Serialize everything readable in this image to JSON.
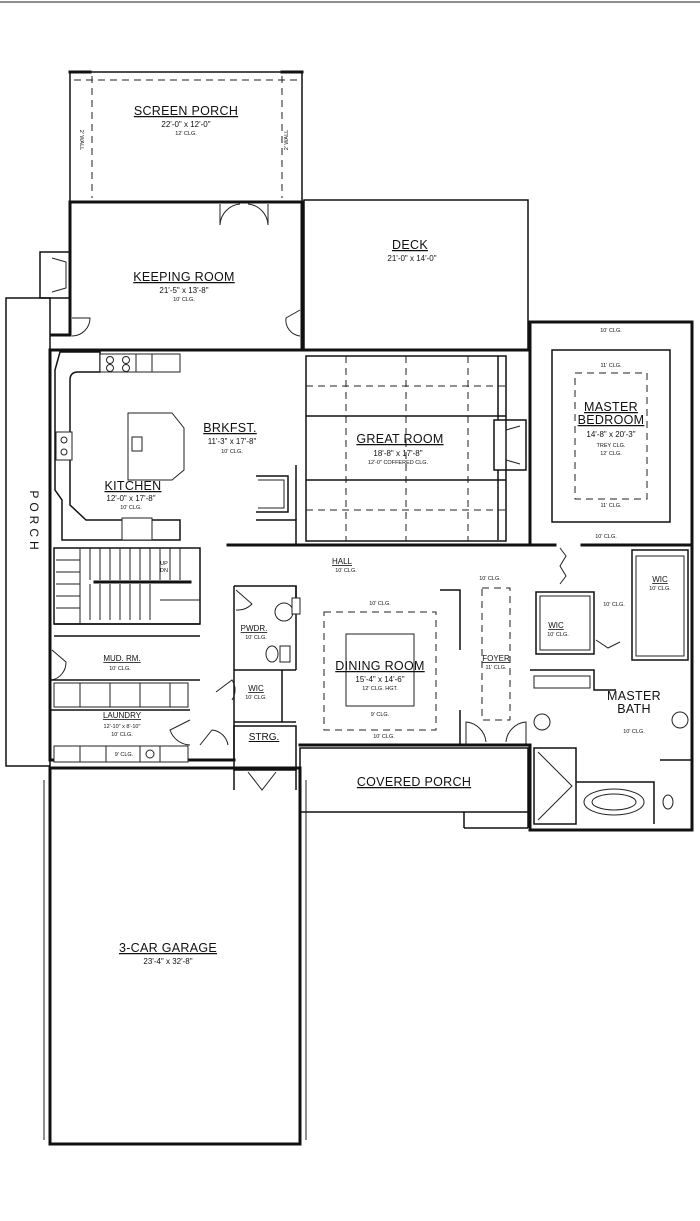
{
  "rooms": {
    "screen_porch": {
      "name": "SCREEN PORCH",
      "dims": "22'-0\" x 12'-0\"",
      "ceiling": "12' CLG."
    },
    "keeping_room": {
      "name": "KEEPING ROOM",
      "dims": "21'-5\" x 13'-8\"",
      "ceiling": "10' CLG."
    },
    "deck": {
      "name": "DECK",
      "dims": "21'-0\" x 14'-0\""
    },
    "brkfst": {
      "name": "BRKFST.",
      "dims": "11'-3\" x 17'-8\"",
      "ceiling": "10' CLG."
    },
    "kitchen": {
      "name": "KITCHEN",
      "dims": "12'-0\" x 17'-8\"",
      "ceiling": "10' CLG."
    },
    "great_room": {
      "name": "GREAT ROOM",
      "dims": "18'-8\" x 17'-8\"",
      "ceiling": "12'-0\" COFFERED CLG."
    },
    "master_bedroom": {
      "name": "MASTER",
      "name2": "BEDROOM",
      "dims": "14'-8\" x 20'-3\"",
      "ceiling": "TREY CLG.",
      "ceiling2": "12' CLG."
    },
    "porch": {
      "name": "PORCH"
    },
    "hall": {
      "name": "HALL",
      "ceiling": "10' CLG."
    },
    "mud_rm": {
      "name": "MUD. RM.",
      "ceiling": "10' CLG."
    },
    "pwdr": {
      "name": "PWDR.",
      "ceiling": "10' CLG."
    },
    "wic_small": {
      "name": "WIC",
      "ceiling": "10' CLG."
    },
    "dining_room": {
      "name": "DINING ROOM",
      "dims": "15'-4\" x 14'-6\"",
      "ceiling": "12' CLG. HGT."
    },
    "foyer": {
      "name": "FOYER",
      "ceiling": "11' CLG."
    },
    "wic_bath": {
      "name": "WIC",
      "ceiling": "10' CLG."
    },
    "wic_right": {
      "name": "WIC",
      "ceiling": "10' CLG."
    },
    "master_bath": {
      "name": "MASTER",
      "name2": "BATH",
      "ceiling": "10' CLG."
    },
    "laundry": {
      "name": "LAUNDRY",
      "dims": "12'-10\" x 8'-10\"",
      "ceiling": "10' CLG."
    },
    "strg": {
      "name": "STRG."
    },
    "covered_porch": {
      "name": "COVERED PORCH"
    },
    "garage": {
      "name": "3-CAR GARAGE",
      "dims": "23'-4\" x 32'-8\""
    }
  },
  "notes": {
    "wall_2ft": "2' WALL",
    "clg_10": "10' CLG.",
    "clg_11": "11' CLG.",
    "clg_9": "9' CLG.",
    "up": "UP",
    "dn": "DN"
  }
}
